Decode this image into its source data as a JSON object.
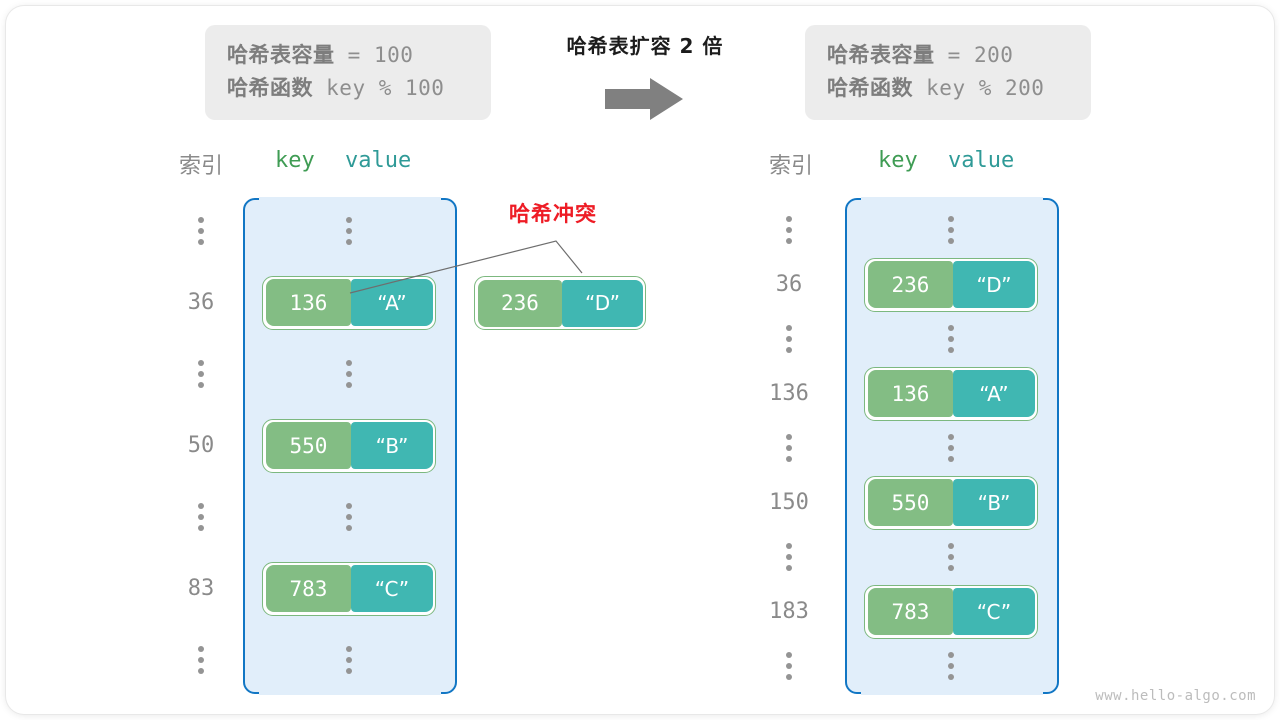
{
  "watermark": "www.hello-algo.com",
  "transition": {
    "caption": "哈希表扩容 2 倍",
    "arrow_icon": "right-arrow-icon",
    "arrow_color": "#808080"
  },
  "info_left": {
    "line1_label": "哈希表容量",
    "line1_value": "= 100",
    "line2_label": "哈希函数",
    "line2_value": "key % 100"
  },
  "info_right": {
    "line1_label": "哈希表容量",
    "line1_value": "= 200",
    "line2_label": "哈希函数",
    "line2_value": "key % 200"
  },
  "headers": {
    "index": "索引",
    "key": "key",
    "value": "value"
  },
  "collision": {
    "label": "哈希冲突",
    "color": "#ee1c25"
  },
  "colors": {
    "key_cell": "#83bd84",
    "value_cell": "#40b7b2",
    "bucket_fill": "#e1eefa",
    "bucket_border": "#1176c4",
    "pair_border": "#7cb87f",
    "index_text": "#8a8a8a",
    "key_label": "#3f9c54",
    "value_label": "#2f9a97"
  },
  "left_table": {
    "title_index": "索引",
    "rows": [
      {
        "index": "⋮",
        "type": "dots"
      },
      {
        "index": "36",
        "type": "entry",
        "key": "136",
        "value": "“A”"
      },
      {
        "index": "⋮",
        "type": "dots"
      },
      {
        "index": "50",
        "type": "entry",
        "key": "550",
        "value": "“B”"
      },
      {
        "index": "⋮",
        "type": "dots"
      },
      {
        "index": "83",
        "type": "entry",
        "key": "783",
        "value": "“C”"
      },
      {
        "index": "⋮",
        "type": "dots"
      }
    ]
  },
  "overflow_entry": {
    "key": "236",
    "value": "“D”"
  },
  "right_table": {
    "title_index": "索引",
    "rows": [
      {
        "index": "⋮",
        "type": "dots"
      },
      {
        "index": "36",
        "type": "entry",
        "key": "236",
        "value": "“D”"
      },
      {
        "index": "⋮",
        "type": "dots"
      },
      {
        "index": "136",
        "type": "entry",
        "key": "136",
        "value": "“A”"
      },
      {
        "index": "⋮",
        "type": "dots"
      },
      {
        "index": "150",
        "type": "entry",
        "key": "550",
        "value": "“B”"
      },
      {
        "index": "⋮",
        "type": "dots"
      },
      {
        "index": "183",
        "type": "entry",
        "key": "783",
        "value": "“C”"
      },
      {
        "index": "⋮",
        "type": "dots"
      }
    ]
  }
}
